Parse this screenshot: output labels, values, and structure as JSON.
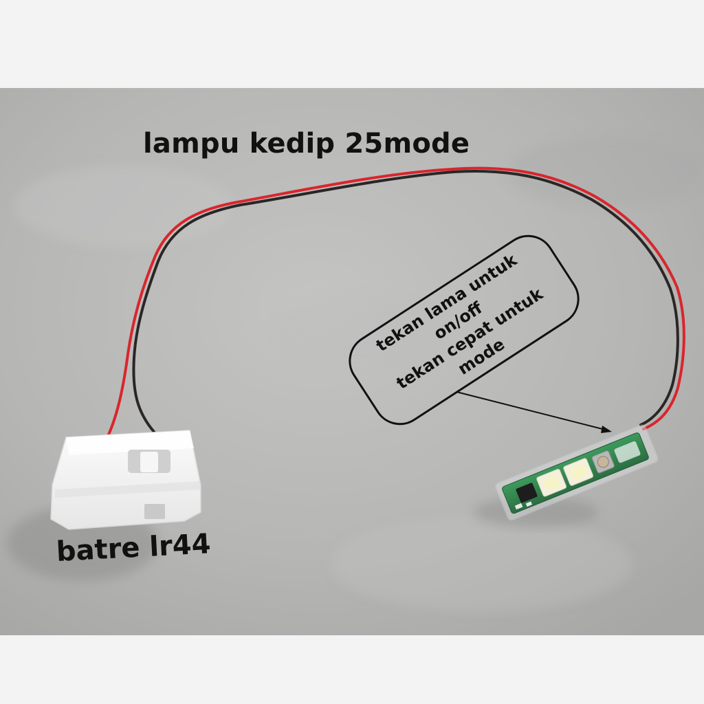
{
  "labels": {
    "title": "lampu kedip 25mode",
    "battery": "batre lr44",
    "instruction_lines": [
      "tekan lama untuk",
      "on/off",
      "tekan cepat untuk",
      "mode"
    ]
  },
  "colors": {
    "background": "#f3f3f4",
    "surface": "#b9b9b8",
    "wire_red": "#d8262c",
    "wire_black": "#2a2626",
    "pcb_green": "#2f7d4a",
    "text": "#111111"
  }
}
